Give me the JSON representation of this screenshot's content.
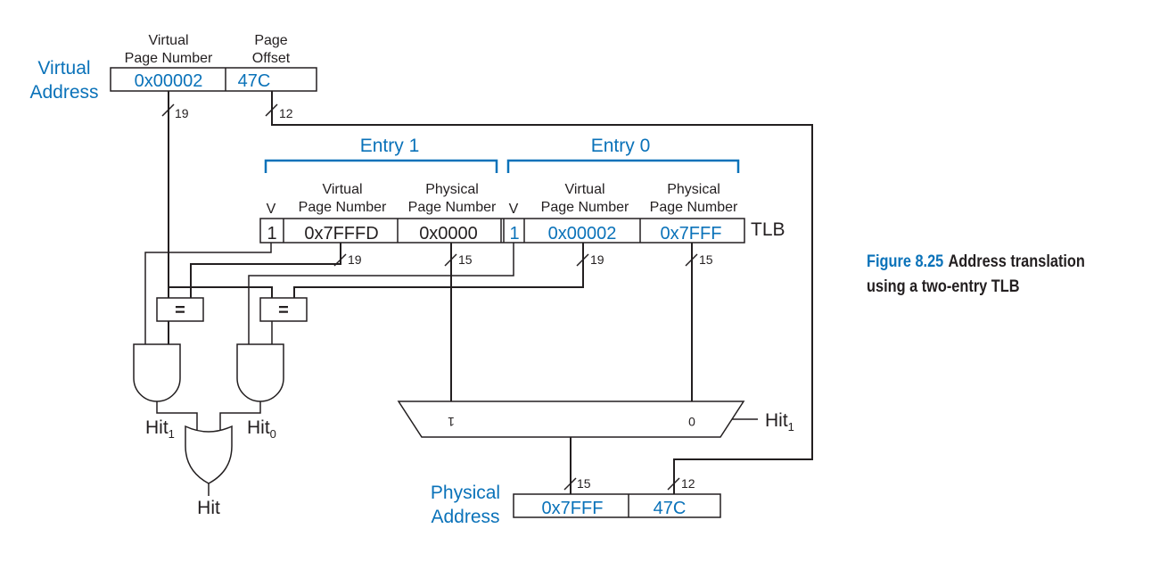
{
  "virtual_address": {
    "label_line1": "Virtual",
    "label_line2": "Address",
    "vpn_header_line1": "Virtual",
    "vpn_header_line2": "Page Number",
    "offset_header_line1": "Page",
    "offset_header_line2": "Offset",
    "vpn_value": "0x00002",
    "offset_value": "47C",
    "vpn_bus_width": "19",
    "offset_bus_width": "12"
  },
  "tlb": {
    "label": "TLB",
    "entries": [
      {
        "title": "Entry 1",
        "v_header": "V",
        "vpn_header_line1": "Virtual",
        "vpn_header_line2": "Page Number",
        "ppn_header_line1": "Physical",
        "ppn_header_line2": "Page Number",
        "valid": "1",
        "vpn": "0x7FFFD",
        "ppn": "0x0000",
        "vpn_bus_width": "19",
        "ppn_bus_width": "15"
      },
      {
        "title": "Entry 0",
        "v_header": "V",
        "vpn_header_line1": "Virtual",
        "vpn_header_line2": "Page Number",
        "ppn_header_line1": "Physical",
        "ppn_header_line2": "Page Number",
        "valid": "1",
        "vpn": "0x00002",
        "ppn": "0x7FFF",
        "vpn_bus_width": "19",
        "ppn_bus_width": "15"
      }
    ]
  },
  "comparators": [
    {
      "symbol": "="
    },
    {
      "symbol": "="
    }
  ],
  "signals": {
    "hit1_base": "Hit",
    "hit1_sub": "1",
    "hit0_base": "Hit",
    "hit0_sub": "0",
    "hit": "Hit",
    "mux_select_base": "Hit",
    "mux_select_sub": "1"
  },
  "mux": {
    "input1_label": "1",
    "input0_label": "0"
  },
  "physical_address": {
    "label_line1": "Physical",
    "label_line2": "Address",
    "ppn_value": "0x7FFF",
    "offset_value": "47C",
    "ppn_bus_width": "15",
    "offset_bus_width": "12"
  },
  "caption": {
    "figure_number": "Figure 8.25",
    "text_line1": "Address translation",
    "text_line2": "using a two-entry TLB"
  },
  "colors": {
    "accent_blue": "#0a72b9",
    "line": "#231f20"
  }
}
